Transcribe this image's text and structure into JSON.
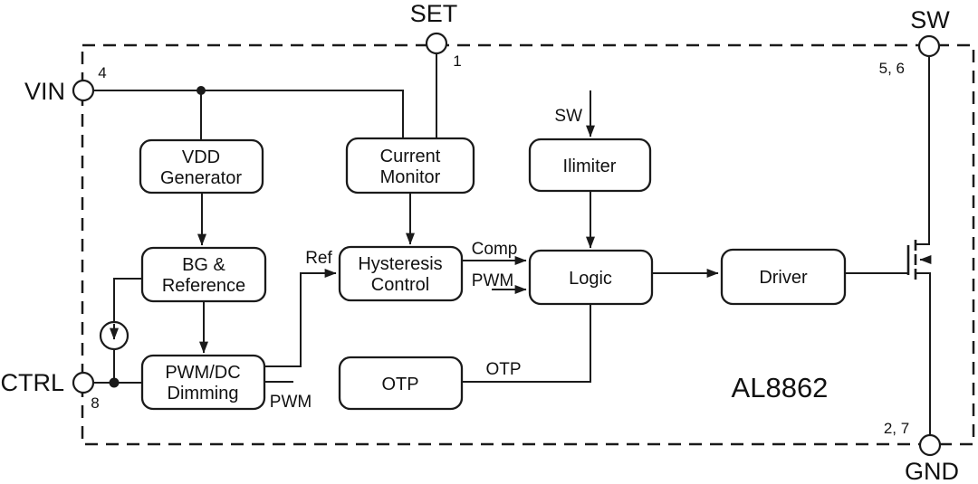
{
  "diagram": {
    "chip_name": "AL8862",
    "pins": {
      "vin": {
        "label": "VIN",
        "number": "4"
      },
      "set": {
        "label": "SET",
        "number": "1"
      },
      "sw": {
        "label": "SW",
        "number": "5, 6"
      },
      "ctrl": {
        "label": "CTRL",
        "number": "8"
      },
      "gnd": {
        "label": "GND",
        "number": "2, 7"
      }
    },
    "blocks": {
      "vdd_generator": {
        "line1": "VDD",
        "line2": "Generator"
      },
      "current_monitor": {
        "line1": "Current",
        "line2": "Monitor"
      },
      "ilimiter": {
        "line1": "Ilimiter"
      },
      "bg_reference": {
        "line1": "BG &",
        "line2": "Reference"
      },
      "hysteresis_control": {
        "line1": "Hysteresis",
        "line2": "Control"
      },
      "logic": {
        "line1": "Logic"
      },
      "driver": {
        "line1": "Driver"
      },
      "pwm_dc_dimming": {
        "line1": "PWM/DC",
        "line2": "Dimming"
      },
      "otp": {
        "line1": "OTP"
      }
    },
    "signals": {
      "sw_input": "SW",
      "ref": "Ref",
      "comp": "Comp",
      "pwm_to_logic": "PWM",
      "pwm_from_dimming": "PWM",
      "otp_wire": "OTP"
    },
    "colors": {
      "line": "#1a1a1a",
      "background": "#ffffff"
    }
  }
}
